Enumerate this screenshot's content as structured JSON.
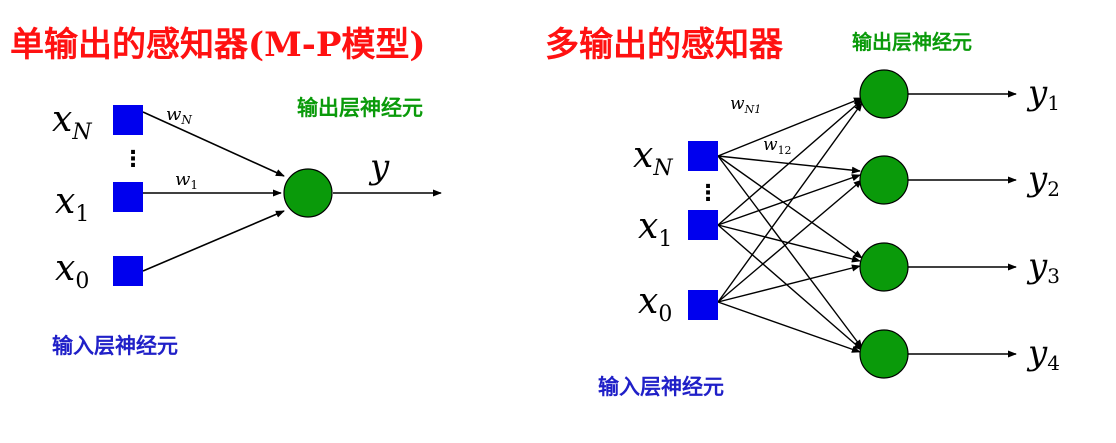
{
  "titles": {
    "left": "单输出的感知器(M-P模型)",
    "right": "多输出的感知器"
  },
  "labels": {
    "output_layer": "输出层神经元",
    "input_layer": "输入层神经元"
  },
  "single": {
    "inputs": [
      {
        "var": "x",
        "sub": "N"
      },
      {
        "var": "x",
        "sub": "1"
      },
      {
        "var": "x",
        "sub": "0"
      }
    ],
    "weights": [
      {
        "var": "w",
        "sub": "N"
      },
      {
        "var": "w",
        "sub": "1"
      }
    ],
    "output": {
      "var": "y"
    },
    "ellipsis": "⋮"
  },
  "multi": {
    "inputs": [
      {
        "var": "x",
        "sub": "N"
      },
      {
        "var": "x",
        "sub": "1"
      },
      {
        "var": "x",
        "sub": "0"
      }
    ],
    "weights": [
      {
        "var": "w",
        "sub": "N1"
      },
      {
        "var": "w",
        "sub": "12"
      }
    ],
    "outputs": [
      {
        "var": "y",
        "sub": "1"
      },
      {
        "var": "y",
        "sub": "2"
      },
      {
        "var": "y",
        "sub": "3"
      },
      {
        "var": "y",
        "sub": "4"
      }
    ],
    "ellipsis": "⋮"
  },
  "colors": {
    "title": "#ff1111",
    "neuron": "#0a9a0a",
    "input_node": "#0000ee",
    "green_label": "#0a9a0a",
    "blue_label": "#2020c8"
  }
}
